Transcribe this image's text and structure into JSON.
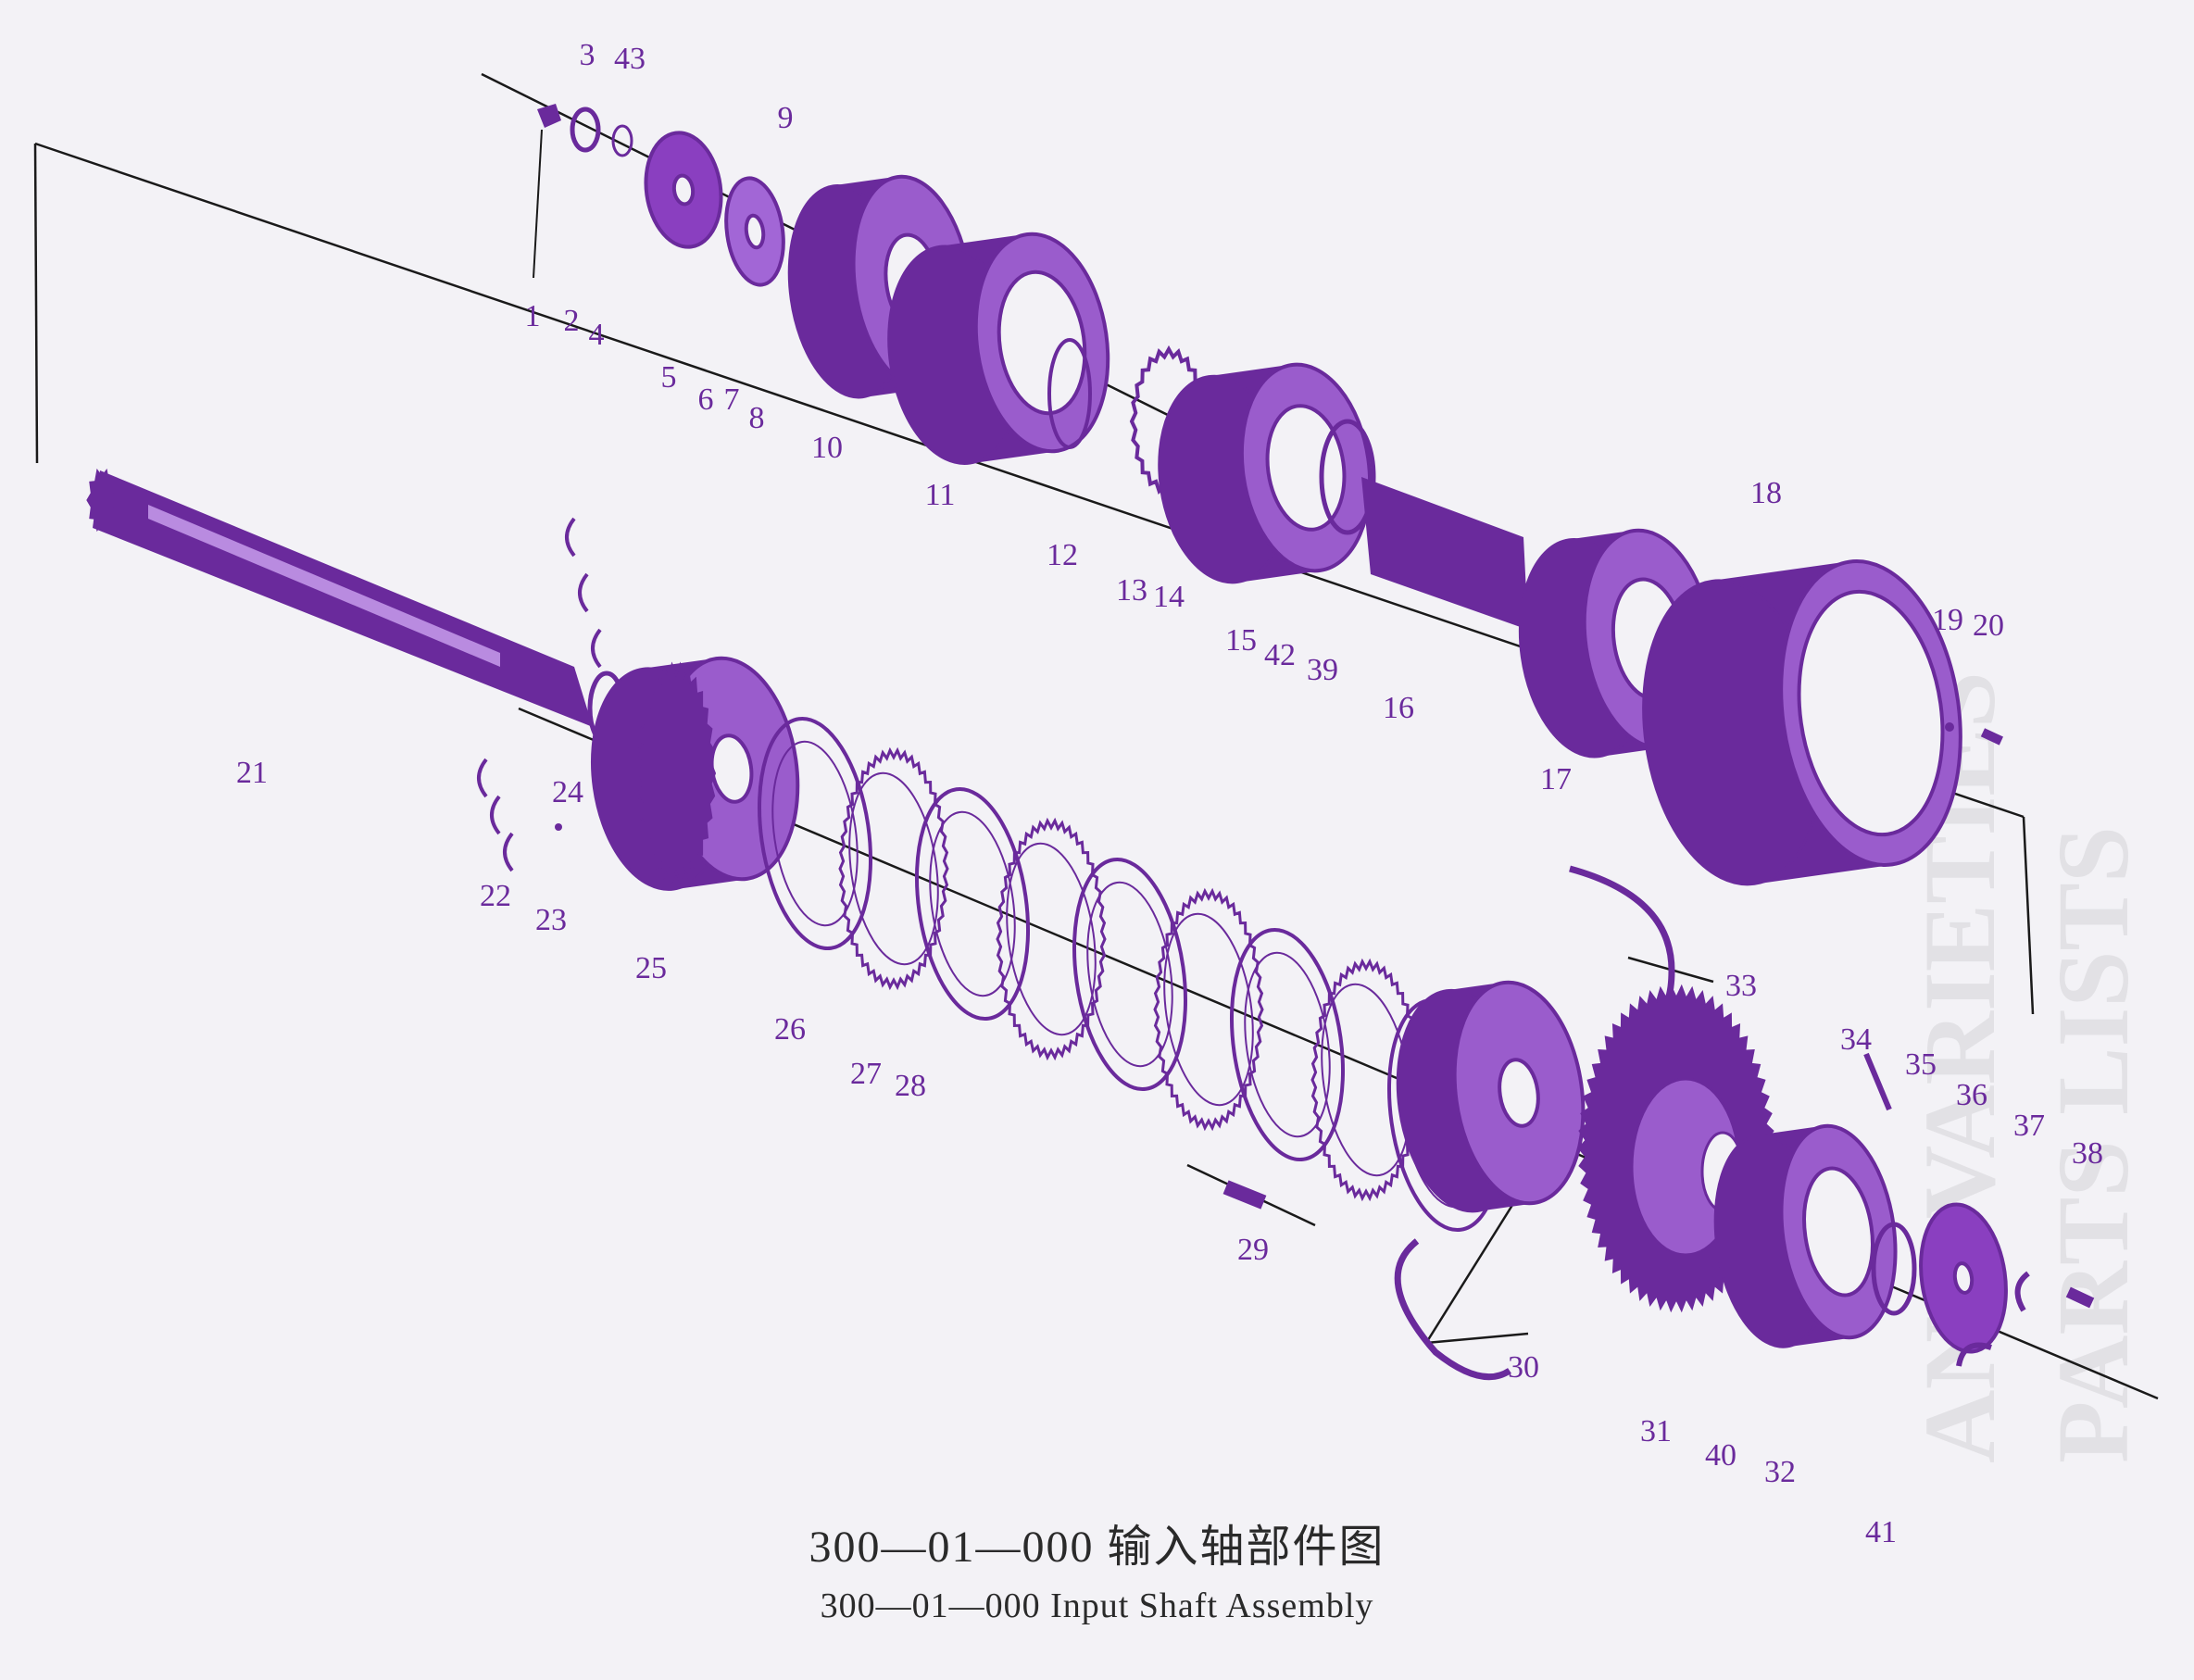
{
  "diagram": {
    "colors": {
      "line": "#1a1a1a",
      "part": "#6a2a9c",
      "part_light": "#8a3fc0",
      "paper": "#f3f2f6"
    },
    "callouts": [
      "1",
      "2",
      "3",
      "4",
      "5",
      "6",
      "7",
      "8",
      "9",
      "10",
      "11",
      "12",
      "13",
      "14",
      "15",
      "16",
      "17",
      "18",
      "19",
      "20",
      "21",
      "22",
      "23",
      "24",
      "25",
      "26",
      "27",
      "28",
      "29",
      "30",
      "31",
      "32",
      "33",
      "34",
      "35",
      "36",
      "37",
      "38",
      "39",
      "40",
      "41",
      "42",
      "43"
    ],
    "caption_cn": "300—01—000 输入轴部件图",
    "caption_en": "300—01—000 Input Shaft Assembly",
    "bleed_through": [
      "PARTS LISTS",
      "AND VARIETIES"
    ]
  }
}
